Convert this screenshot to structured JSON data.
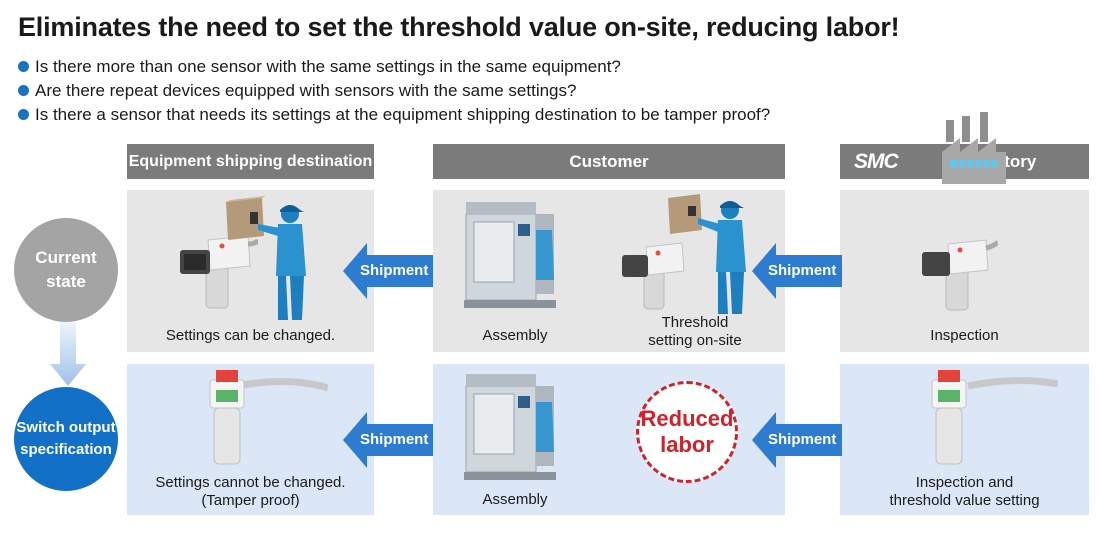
{
  "title": "Eliminates the need to set the threshold value on-site, reducing labor!",
  "bullets": [
    "Is there more than one sensor with the same settings in the same equipment?",
    "Are there repeat devices equipped with sensors with the same settings?",
    "Is there a sensor that needs its settings at the equipment shipping destination to be tamper proof?"
  ],
  "columns": {
    "destination": "Equipment shipping destination",
    "customer": "Customer",
    "smc_logo": "SMC",
    "factory": "factory"
  },
  "states": {
    "current": "Current state",
    "switch": "Switch output specification"
  },
  "arrows": {
    "shipment": "Shipment"
  },
  "captions": {
    "current_destination": "Settings can be changed.",
    "current_assembly": "Assembly",
    "current_threshold_1": "Threshold",
    "current_threshold_2": "setting on-site",
    "current_factory": "Inspection",
    "switch_destination_1": "Settings cannot be changed.",
    "switch_destination_2": "(Tamper proof)",
    "switch_assembly": "Assembly",
    "switch_factory_1": "Inspection and",
    "switch_factory_2": "threshold value setting"
  },
  "reduced": {
    "line1": "Reduced",
    "line2": "labor"
  },
  "colors": {
    "accent_blue": "#1a72c2",
    "gray_header": "#7b7b7b",
    "reduced_red": "#d4202a",
    "gray_panel": "#e6e6e6",
    "blue_panel": "#dbe7f6"
  }
}
